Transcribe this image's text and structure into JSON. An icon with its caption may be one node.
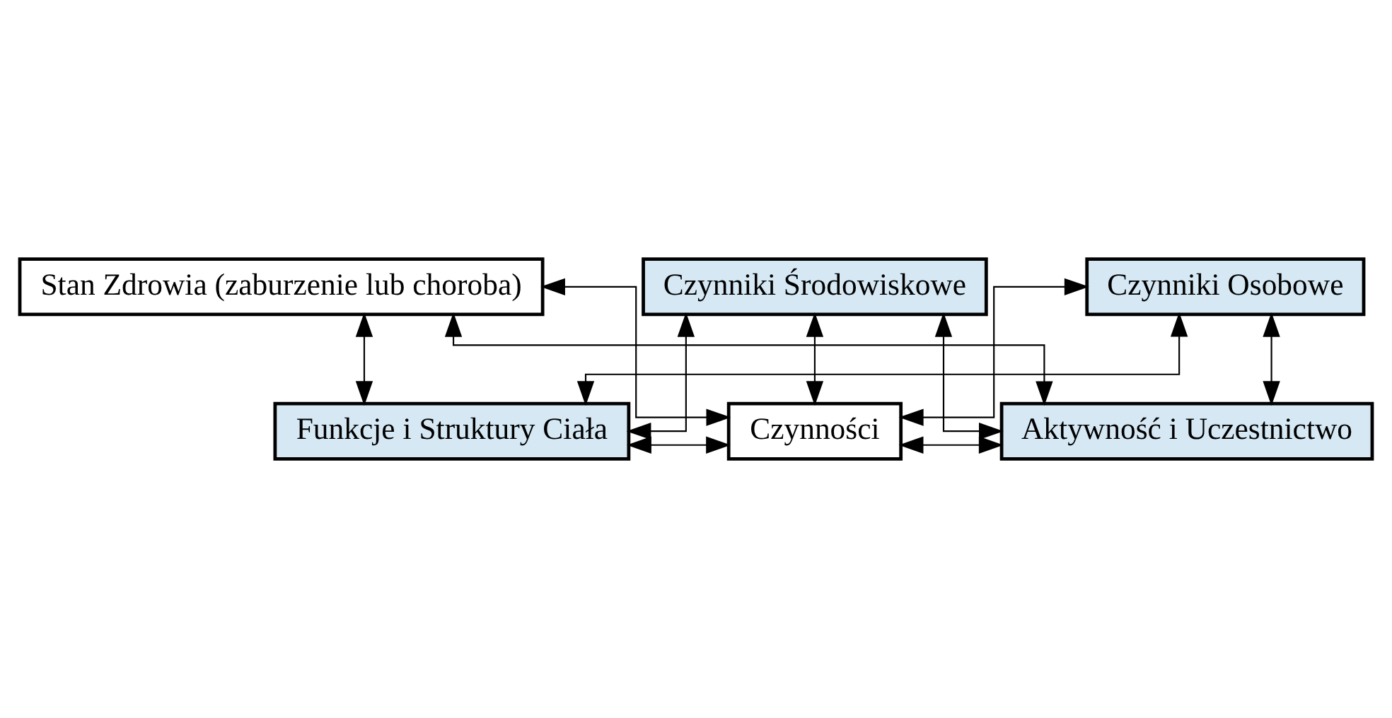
{
  "diagram": {
    "nodes": [
      {
        "text": [
          "Stan Zdrowia (zaburzenie lub choroba)"
        ]
      },
      {
        "text": [
          "Funkcje i Struktury Ciała"
        ]
      },
      {
        "text": [
          "Czynności"
        ]
      },
      {
        "text": [
          "Aktywność i Uczestnictwo"
        ]
      },
      {
        "text": [
          "Czynniki Środowiskowe"
        ]
      },
      {
        "text": [
          "Czynniki Osobowe"
        ]
      }
    ],
    "edges": [
      {
        "from": 0,
        "to": 1,
        "arrow": "both"
      },
      {
        "from": 0,
        "to": 2,
        "arrow": "both"
      },
      {
        "from": 0,
        "to": 3,
        "arrow": "both"
      },
      {
        "from": 1,
        "to": 2,
        "arrow": "both"
      },
      {
        "from": 2,
        "to": 3,
        "arrow": "both"
      },
      {
        "from": 4,
        "to": 1,
        "arrow": "both"
      },
      {
        "from": 4,
        "to": 2,
        "arrow": "both"
      },
      {
        "from": 4,
        "to": 3,
        "arrow": "both"
      },
      {
        "from": 5,
        "to": 1,
        "arrow": "both"
      },
      {
        "from": 5,
        "to": 2,
        "arrow": "both"
      },
      {
        "from": 5,
        "to": 3,
        "arrow": "both"
      }
    ]
  }
}
